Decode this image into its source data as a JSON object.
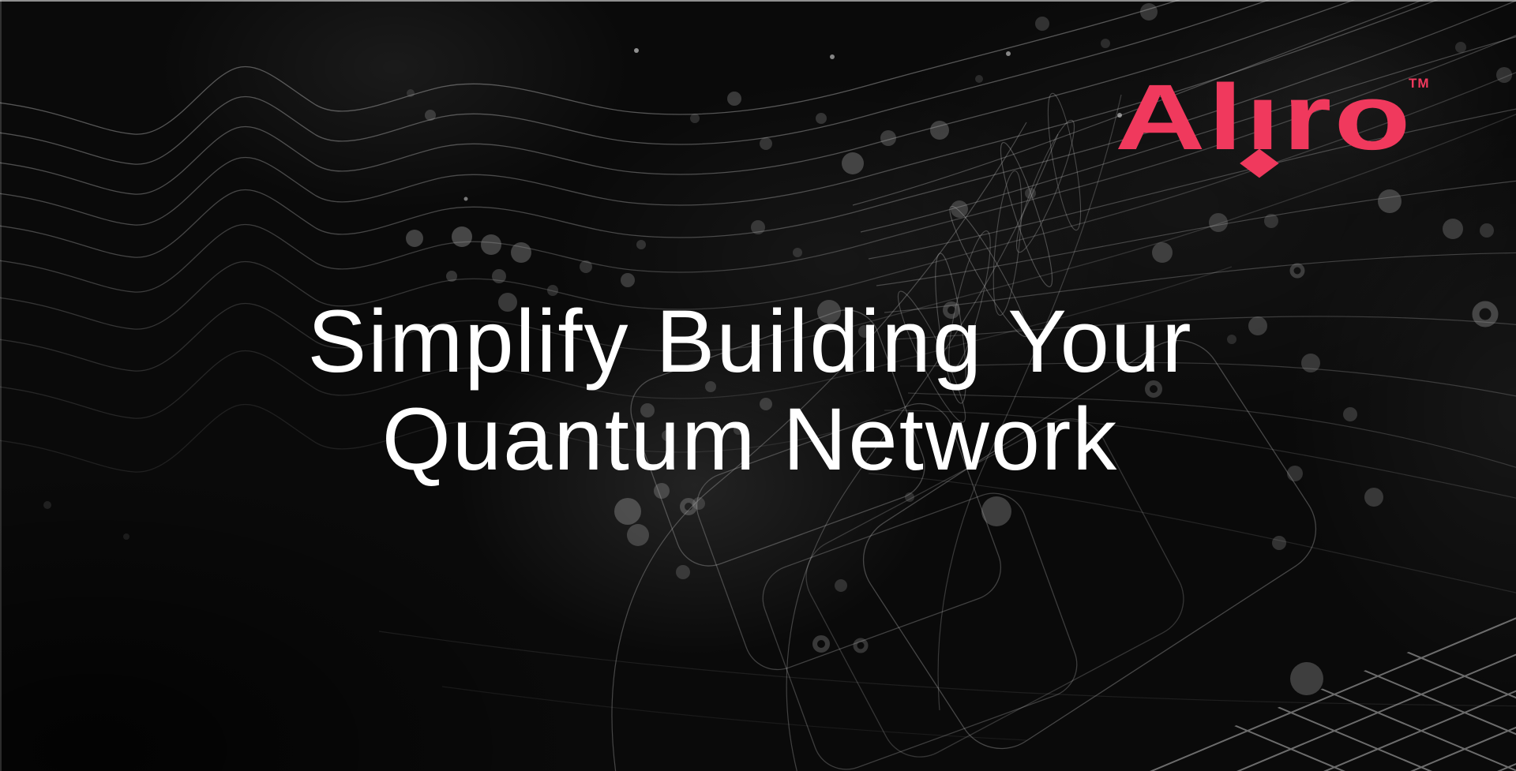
{
  "hero": {
    "title_line1": "Simplify Building Your",
    "title_line2": "Quantum Network"
  },
  "logo": {
    "name": "Aliro",
    "part_al": "Al",
    "part_i_stem": "ı",
    "part_ro": "ro",
    "trademark": "TM"
  },
  "colors": {
    "brand_pink": "#F0395D",
    "background_black": "#0A0A0A",
    "heading_white": "#FFFFFF",
    "line_gray": "#9A9A9A"
  }
}
